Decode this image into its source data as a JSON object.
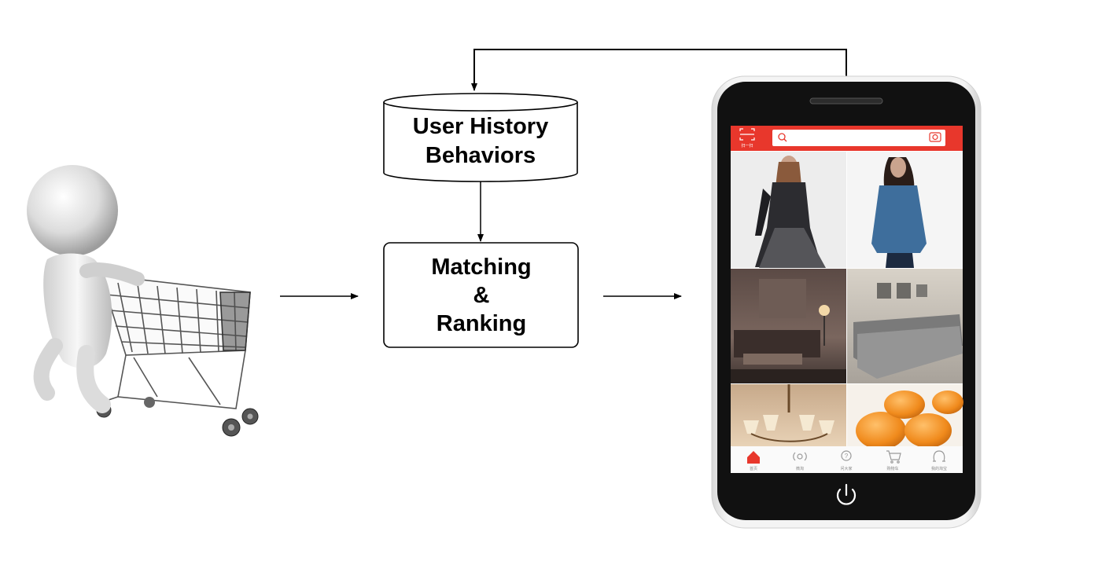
{
  "diagram": {
    "history_node": {
      "line1": "User History",
      "line2": "Behaviors"
    },
    "ranking_node": {
      "line1": "Matching",
      "line2": "&",
      "line3": "Ranking"
    }
  },
  "phone": {
    "accent_color": "#e8372c",
    "tabbar": {
      "active_color": "#e8372c",
      "inactive_color": "#9a9a9a"
    }
  }
}
